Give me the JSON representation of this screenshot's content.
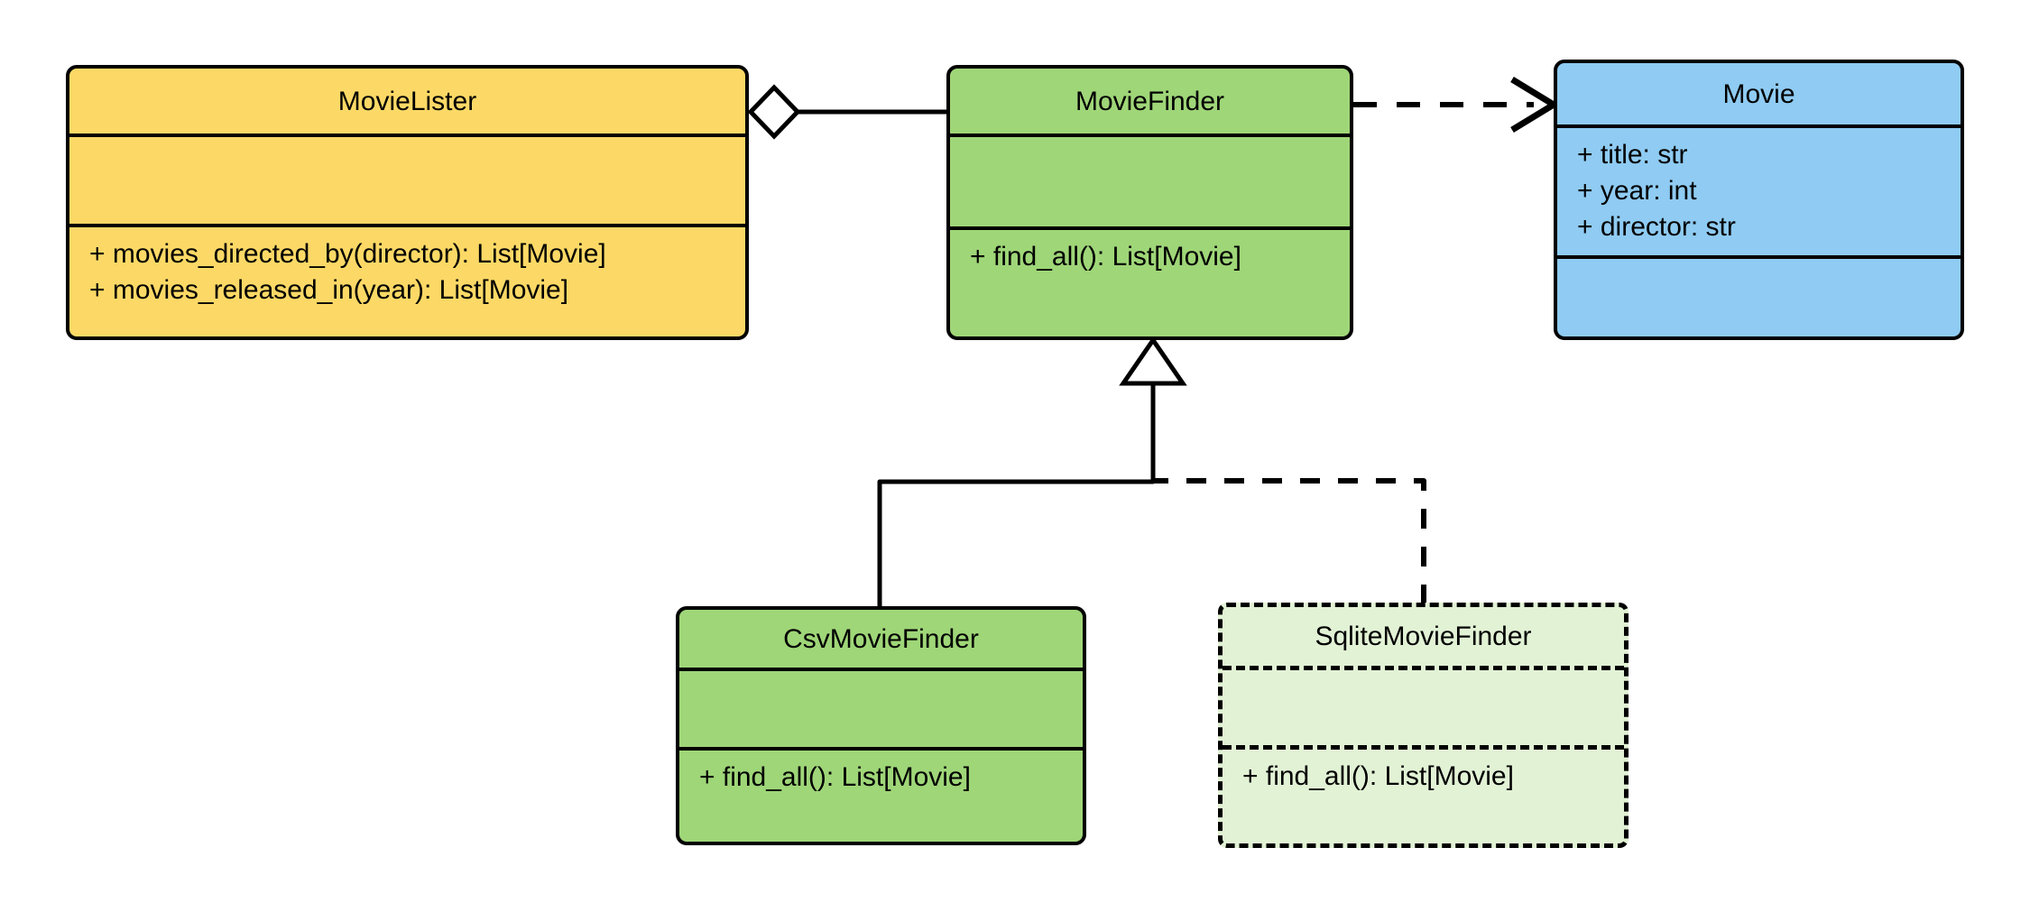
{
  "diagram": {
    "kind": "uml-class-diagram",
    "background": "#ffffff",
    "line_color": "#000000"
  },
  "palette": {
    "yellow_fill": "#fcd966",
    "green_fill": "#9fd678",
    "blue_fill": "#8fcbf2",
    "pale_green_fill": "#e2f2d5",
    "stroke": "#000000"
  },
  "classes": {
    "movie_lister": {
      "name": "MovieLister",
      "fill": "#fcd966",
      "style": "solid",
      "attributes": [],
      "operations": [
        "+ movies_directed_by(director): List[Movie]",
        "+ movies_released_in(year): List[Movie]"
      ]
    },
    "movie_finder": {
      "name": "MovieFinder",
      "fill": "#9fd678",
      "style": "solid",
      "attributes": [],
      "operations": [
        "+ find_all(): List[Movie]"
      ]
    },
    "movie": {
      "name": "Movie",
      "fill": "#8fcbf2",
      "style": "solid",
      "attributes": [
        "+ title: str",
        "+ year: int",
        "+ director: str"
      ],
      "operations": []
    },
    "csv_movie_finder": {
      "name": "CsvMovieFinder",
      "fill": "#9fd678",
      "style": "solid",
      "attributes": [],
      "operations": [
        "+ find_all(): List[Movie]"
      ]
    },
    "sqlite_movie_finder": {
      "name": "SqliteMovieFinder",
      "fill": "#e2f2d5",
      "style": "dashed",
      "attributes": [],
      "operations": [
        "+ find_all(): List[Movie]"
      ]
    }
  },
  "relationships": [
    {
      "id": "lister-finder",
      "type": "aggregation",
      "from": "MovieLister",
      "to": "MovieFinder",
      "line": "solid",
      "source_marker": "hollow-diamond",
      "target_marker": "none"
    },
    {
      "id": "finder-movie",
      "type": "dependency",
      "from": "MovieFinder",
      "to": "Movie",
      "line": "dashed",
      "source_marker": "none",
      "target_marker": "open-arrow"
    },
    {
      "id": "csv-finder",
      "type": "generalization",
      "from": "CsvMovieFinder",
      "to": "MovieFinder",
      "line": "solid",
      "source_marker": "none",
      "target_marker": "hollow-triangle"
    },
    {
      "id": "sqlite-finder",
      "type": "generalization",
      "from": "SqliteMovieFinder",
      "to": "MovieFinder",
      "line": "dashed",
      "source_marker": "none",
      "target_marker": "hollow-triangle"
    }
  ]
}
